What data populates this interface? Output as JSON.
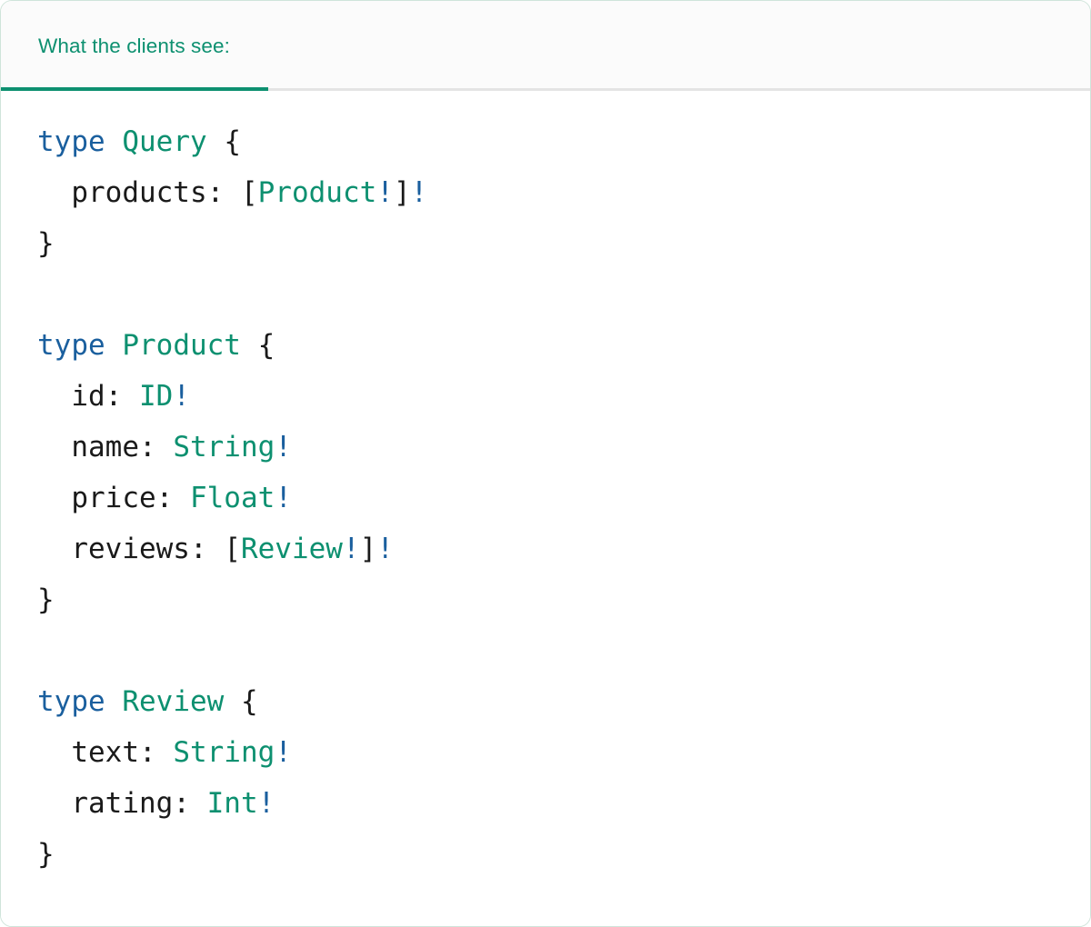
{
  "card": {
    "border_color": "#cfe4da",
    "background": "#ffffff"
  },
  "header": {
    "background": "#fbfbfb",
    "divider_color": "#e4e4e4",
    "accent_color": "#0d9070",
    "tabs": [
      {
        "label": "What the clients see:",
        "active": true
      }
    ]
  },
  "syntax": {
    "keyword_color": "#1a5f9e",
    "type_color": "#0d9070",
    "bang_color": "#1a5f9e",
    "punct_color": "#1a1a1a",
    "field_color": "#1a1a1a"
  },
  "code": {
    "language": "graphql",
    "raw": "type Query {\n  products: [Product!]!\n}\n\ntype Product {\n  id: ID!\n  name: String!\n  price: Float!\n  reviews: [Review!]!\n}\n\ntype Review {\n  text: String!\n  rating: Int!\n}",
    "lines": [
      {
        "indent": 0,
        "tokens": [
          {
            "t": "type",
            "c": "kw"
          },
          {
            "t": " ",
            "c": "punct"
          },
          {
            "t": "Query",
            "c": "type"
          },
          {
            "t": " ",
            "c": "punct"
          },
          {
            "t": "{",
            "c": "punct"
          }
        ]
      },
      {
        "indent": 1,
        "tokens": [
          {
            "t": "products",
            "c": "field"
          },
          {
            "t": ": ",
            "c": "punct"
          },
          {
            "t": "[",
            "c": "punct"
          },
          {
            "t": "Product",
            "c": "type"
          },
          {
            "t": "!",
            "c": "bang"
          },
          {
            "t": "]",
            "c": "punct"
          },
          {
            "t": "!",
            "c": "bang"
          }
        ]
      },
      {
        "indent": 0,
        "tokens": [
          {
            "t": "}",
            "c": "punct"
          }
        ]
      },
      {
        "indent": 0,
        "tokens": []
      },
      {
        "indent": 0,
        "tokens": [
          {
            "t": "type",
            "c": "kw"
          },
          {
            "t": " ",
            "c": "punct"
          },
          {
            "t": "Product",
            "c": "type"
          },
          {
            "t": " ",
            "c": "punct"
          },
          {
            "t": "{",
            "c": "punct"
          }
        ]
      },
      {
        "indent": 1,
        "tokens": [
          {
            "t": "id",
            "c": "field"
          },
          {
            "t": ": ",
            "c": "punct"
          },
          {
            "t": "ID",
            "c": "type"
          },
          {
            "t": "!",
            "c": "bang"
          }
        ]
      },
      {
        "indent": 1,
        "tokens": [
          {
            "t": "name",
            "c": "field"
          },
          {
            "t": ": ",
            "c": "punct"
          },
          {
            "t": "String",
            "c": "type"
          },
          {
            "t": "!",
            "c": "bang"
          }
        ]
      },
      {
        "indent": 1,
        "tokens": [
          {
            "t": "price",
            "c": "field"
          },
          {
            "t": ": ",
            "c": "punct"
          },
          {
            "t": "Float",
            "c": "type"
          },
          {
            "t": "!",
            "c": "bang"
          }
        ]
      },
      {
        "indent": 1,
        "tokens": [
          {
            "t": "reviews",
            "c": "field"
          },
          {
            "t": ": ",
            "c": "punct"
          },
          {
            "t": "[",
            "c": "punct"
          },
          {
            "t": "Review",
            "c": "type"
          },
          {
            "t": "!",
            "c": "bang"
          },
          {
            "t": "]",
            "c": "punct"
          },
          {
            "t": "!",
            "c": "bang"
          }
        ]
      },
      {
        "indent": 0,
        "tokens": [
          {
            "t": "}",
            "c": "punct"
          }
        ]
      },
      {
        "indent": 0,
        "tokens": []
      },
      {
        "indent": 0,
        "tokens": [
          {
            "t": "type",
            "c": "kw"
          },
          {
            "t": " ",
            "c": "punct"
          },
          {
            "t": "Review",
            "c": "type"
          },
          {
            "t": " ",
            "c": "punct"
          },
          {
            "t": "{",
            "c": "punct"
          }
        ]
      },
      {
        "indent": 1,
        "tokens": [
          {
            "t": "text",
            "c": "field"
          },
          {
            "t": ": ",
            "c": "punct"
          },
          {
            "t": "String",
            "c": "type"
          },
          {
            "t": "!",
            "c": "bang"
          }
        ]
      },
      {
        "indent": 1,
        "tokens": [
          {
            "t": "rating",
            "c": "field"
          },
          {
            "t": ": ",
            "c": "punct"
          },
          {
            "t": "Int",
            "c": "type"
          },
          {
            "t": "!",
            "c": "bang"
          }
        ]
      },
      {
        "indent": 0,
        "tokens": [
          {
            "t": "}",
            "c": "punct"
          }
        ]
      }
    ]
  }
}
